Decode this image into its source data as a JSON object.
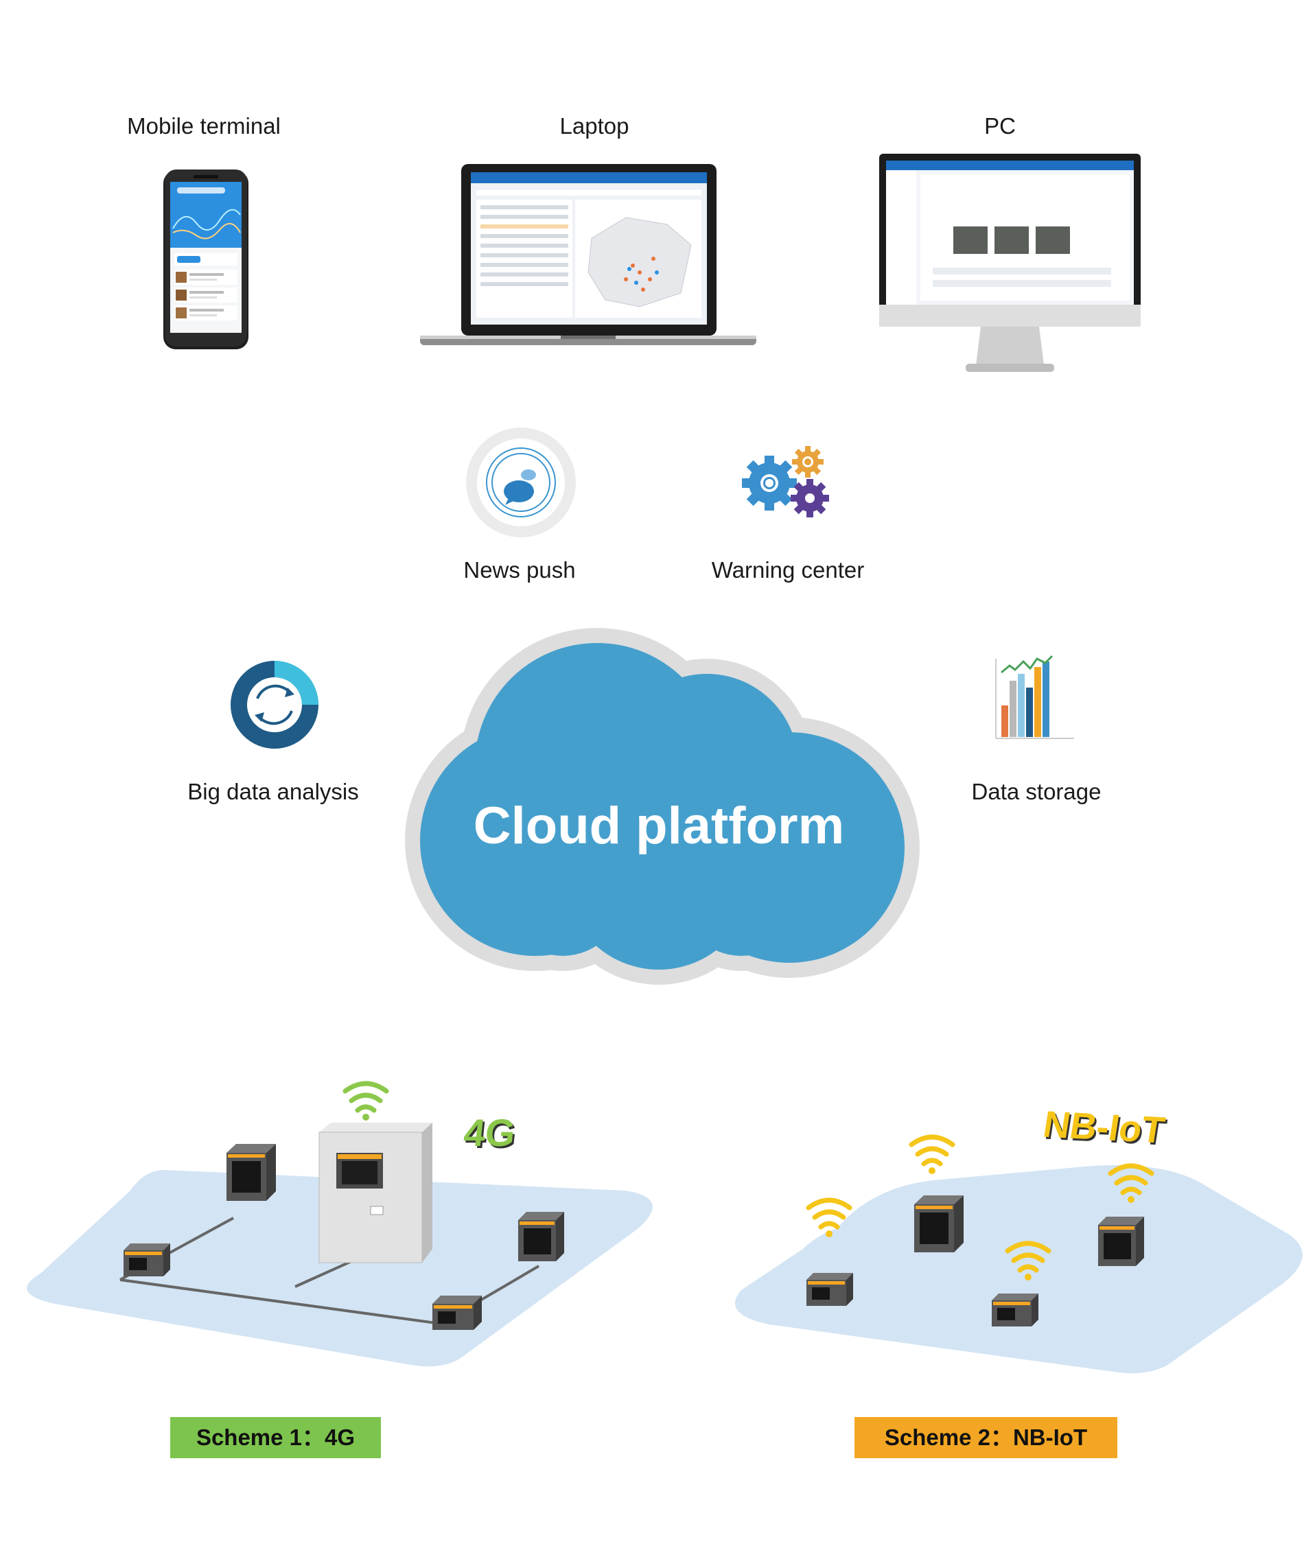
{
  "devices": [
    {
      "label": "Mobile terminal",
      "icon": "smartphone-icon"
    },
    {
      "label": "Laptop",
      "icon": "laptop-icon"
    },
    {
      "label": "PC",
      "icon": "desktop-monitor-icon"
    }
  ],
  "services": [
    {
      "label": "News push",
      "icon": "chat-bubble-icon"
    },
    {
      "label": "Warning center",
      "icon": "gears-icon"
    },
    {
      "label": "Big data analysis",
      "icon": "cycle-donut-icon"
    },
    {
      "label": "Data storage",
      "icon": "bar-chart-icon"
    }
  ],
  "cloud": {
    "title": "Cloud platform",
    "color": "#459fcd",
    "rim_color": "#dddddd"
  },
  "networks": [
    {
      "badge": "4G",
      "badge_color": "#8cc84b",
      "scheme_label": "Scheme 1：4G",
      "scheme_color": "#7dc44e"
    },
    {
      "badge": "NB-IoT",
      "badge_color": "#f5c518",
      "scheme_label": "Scheme 2：NB-IoT",
      "scheme_color": "#f3a623"
    }
  ],
  "colors": {
    "platform_fill": "#d3e4f4",
    "device_body": "#555555",
    "device_stripe": "#f5a623",
    "signal_green": "#8cc84b",
    "signal_yellow": "#f5c518"
  }
}
